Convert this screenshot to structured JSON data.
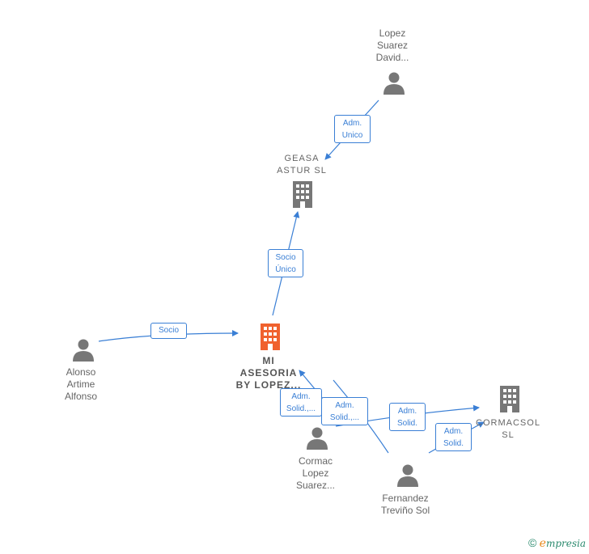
{
  "nodes": {
    "lopez_suarez_david": {
      "label": "Lopez\nSuarez\nDavid...",
      "type": "person"
    },
    "geasa_astur": {
      "label": "GEASA\nASTUR  SL",
      "type": "company"
    },
    "mi_asesoria": {
      "label": "MI\nASESORIA\nBY LOPEZ...",
      "type": "company-main"
    },
    "alonso_artime": {
      "label": "Alonso\nArtime\nAlfonso",
      "type": "person"
    },
    "cormac_lopez": {
      "label": "Cormac\nLopez\nSuarez...",
      "type": "person"
    },
    "fernandez_trevino": {
      "label": "Fernandez\nTreviño Sol",
      "type": "person"
    },
    "cormacsol": {
      "label": "CORMACSOL\nSL",
      "type": "company"
    }
  },
  "edges": {
    "adm_unico": "Adm.\nUnico",
    "socio_unico": "Socio\nÚnico",
    "socio": "Socio",
    "cormac_mi": "Adm.\nSolid.,...",
    "fernandez_mi": "Adm.\nSolid.,...",
    "cormac_cormacsol": "Adm.\nSolid.",
    "fernandez_cormacsol": "Adm.\nSolid."
  },
  "colors": {
    "edge": "#3a7fd5",
    "person_icon": "#777777",
    "company_icon": "#777777",
    "main_company_icon": "#f0612e"
  },
  "icons": {
    "person": "person-icon",
    "company": "building-icon"
  },
  "footer": {
    "copyright_symbol": "©",
    "brand_initial": "e",
    "brand_rest": "mpresia"
  }
}
